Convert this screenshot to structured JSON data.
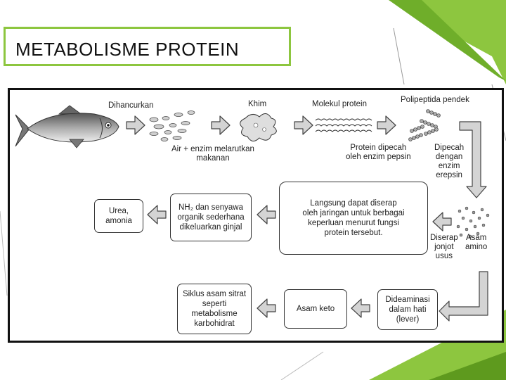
{
  "title": "METABOLISME PROTEIN",
  "colors": {
    "accent": "#8dc63f",
    "dark_accent": "#5e9a1e",
    "arrow": "#cfcfcf"
  },
  "diagram": {
    "top_row": {
      "dihancurkan": "Dihancurkan",
      "khim": "Khim",
      "molekul_protein": "Molekul protein",
      "polipeptida_pendek": "Polipeptida pendek",
      "air_enzim": "Air + enzim melarutkan\nmakanan",
      "protein_dipecah": "Protein dipecah\noleh enzim pepsin",
      "dipecah_erepsin": "Dipecah\ndengan\nenzim\nerepsin"
    },
    "middle_row": {
      "urea": "Urea,\namonia",
      "nh2": "NH₂ dan senyawa\norganik sederhana\ndikeluarkan ginjal",
      "langsung": "Langsung dapat diserap\noleh jaringan untuk berbagai\nkeperluan menurut fungsi\nprotein tersebut.",
      "diserap": "Diserap\njonjot\nusus",
      "asam_amino": "Asam\namino"
    },
    "bottom_row": {
      "siklus": "Siklus asam sitrat\nseperti\nmetabolisme\nkarbohidrat",
      "asam_keto": "Asam keto",
      "dideaminasi": "Dideaminasi\ndalam hati\n(lever)"
    }
  }
}
